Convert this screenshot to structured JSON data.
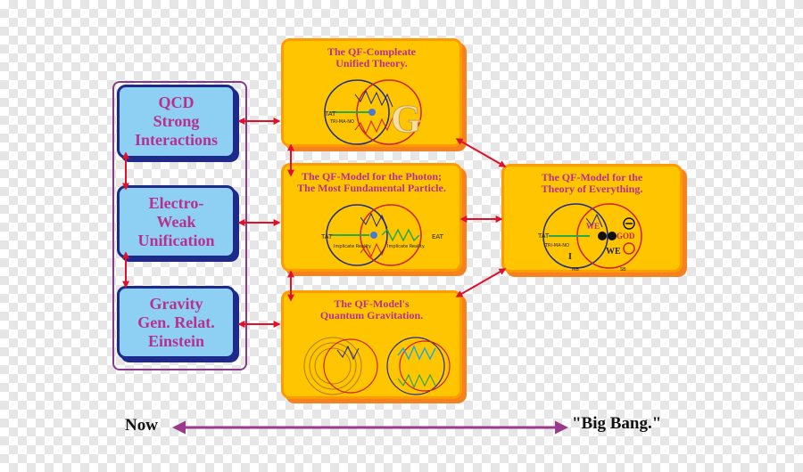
{
  "left_boxes": {
    "qcd": "QCD\nStrong\nInteractions",
    "electroweak": "Electro-\nWeak\nUnification",
    "gravity": "Gravity\nGen. Relat.\nEinstein"
  },
  "center_boxes": {
    "unified": {
      "title": "The QF-Compleate\nUnified Theory.",
      "tat": "TAT",
      "tri": "TRI-MA-NO",
      "glyph": "G"
    },
    "photon": {
      "title": "The QF-Model for the Photon;\nThe Most Fundamental Particle.",
      "tat_left": "TAT",
      "tat_right": "EAT",
      "left_caption": "Implicate Reality.",
      "right_caption": "Implicate Reality."
    },
    "gravity": {
      "title": "The QF-Model's\nQuantum Gravitation."
    }
  },
  "right_box": {
    "title": "The QF-Model for the\nTheory of Everything.",
    "tat": "TAT",
    "tri": "TRI-MA-NO",
    "i_label": "I",
    "we_top": "WE",
    "we_bottom": "WE",
    "god_label": "GOD",
    "mb": "MB",
    "sb": "SB"
  },
  "timeline": {
    "now": "Now",
    "big_bang": "\"Big Bang.\""
  },
  "colors": {
    "blue_box": "#8ed0f4",
    "yellow_box": "#ffc600",
    "arrow": "#e0102a",
    "text": "#b8308f",
    "timeline": "#9a3a8c"
  }
}
